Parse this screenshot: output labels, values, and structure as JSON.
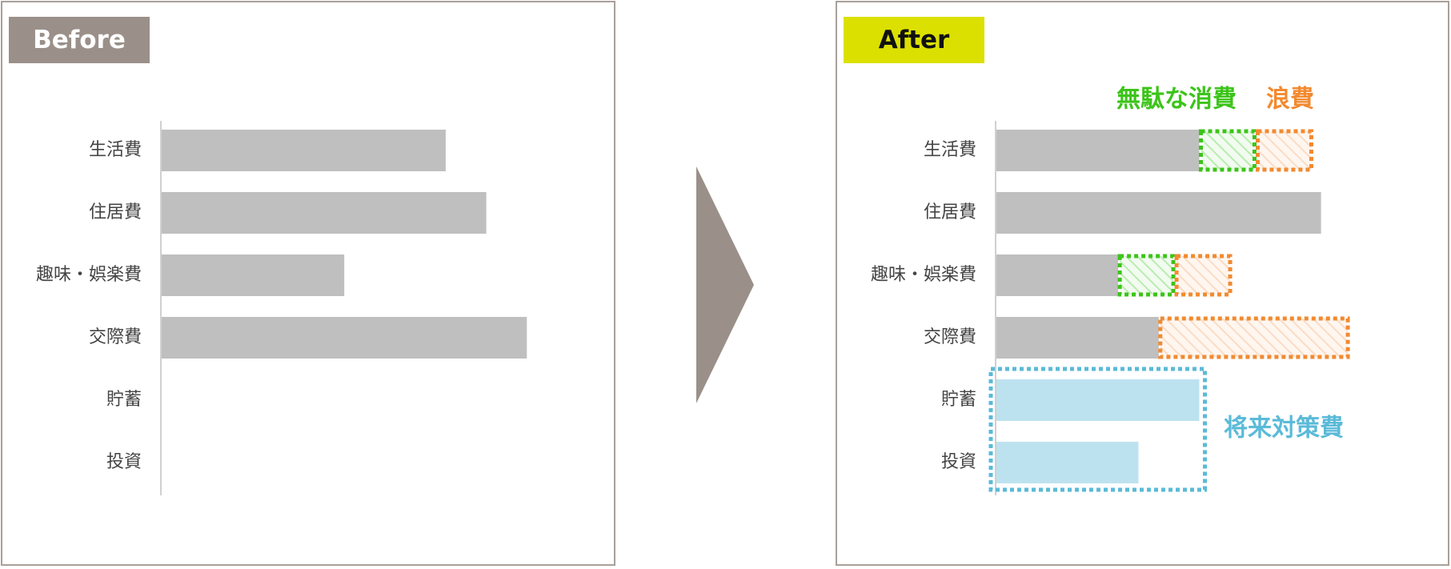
{
  "before": {
    "tag": "Before",
    "chart_data": {
      "type": "bar",
      "orientation": "horizontal",
      "categories": [
        "生活費",
        "住居費",
        "趣味・娯楽費",
        "交際費",
        "貯蓄",
        "投資"
      ],
      "values": [
        70,
        80,
        45,
        90,
        0,
        0
      ],
      "xlim": [
        0,
        100
      ],
      "colors": {
        "bar": "#bfbfbf"
      }
    }
  },
  "after": {
    "tag": "After",
    "chart_data": {
      "type": "bar",
      "orientation": "horizontal",
      "stacked": true,
      "categories": [
        "生活費",
        "住居費",
        "趣味・娯楽費",
        "交際費",
        "貯蓄",
        "投資"
      ],
      "series": [
        {
          "key": "base",
          "values": [
            50,
            80,
            30,
            40,
            50,
            35
          ]
        },
        {
          "key": "waste_green",
          "values": [
            14,
            0,
            14,
            0,
            0,
            0
          ]
        },
        {
          "key": "waste_orange",
          "values": [
            14,
            0,
            14,
            47,
            0,
            0
          ]
        }
      ],
      "xlim": [
        0,
        100
      ],
      "annotations": {
        "green": "無駄な消費",
        "orange": "浪費",
        "blue": "将来対策費"
      },
      "colors": {
        "base": "#bfbfbf",
        "future": "#bde2ef",
        "green": "#3cc41a",
        "orange": "#f28a30",
        "blue": "#5bbad8"
      }
    }
  }
}
